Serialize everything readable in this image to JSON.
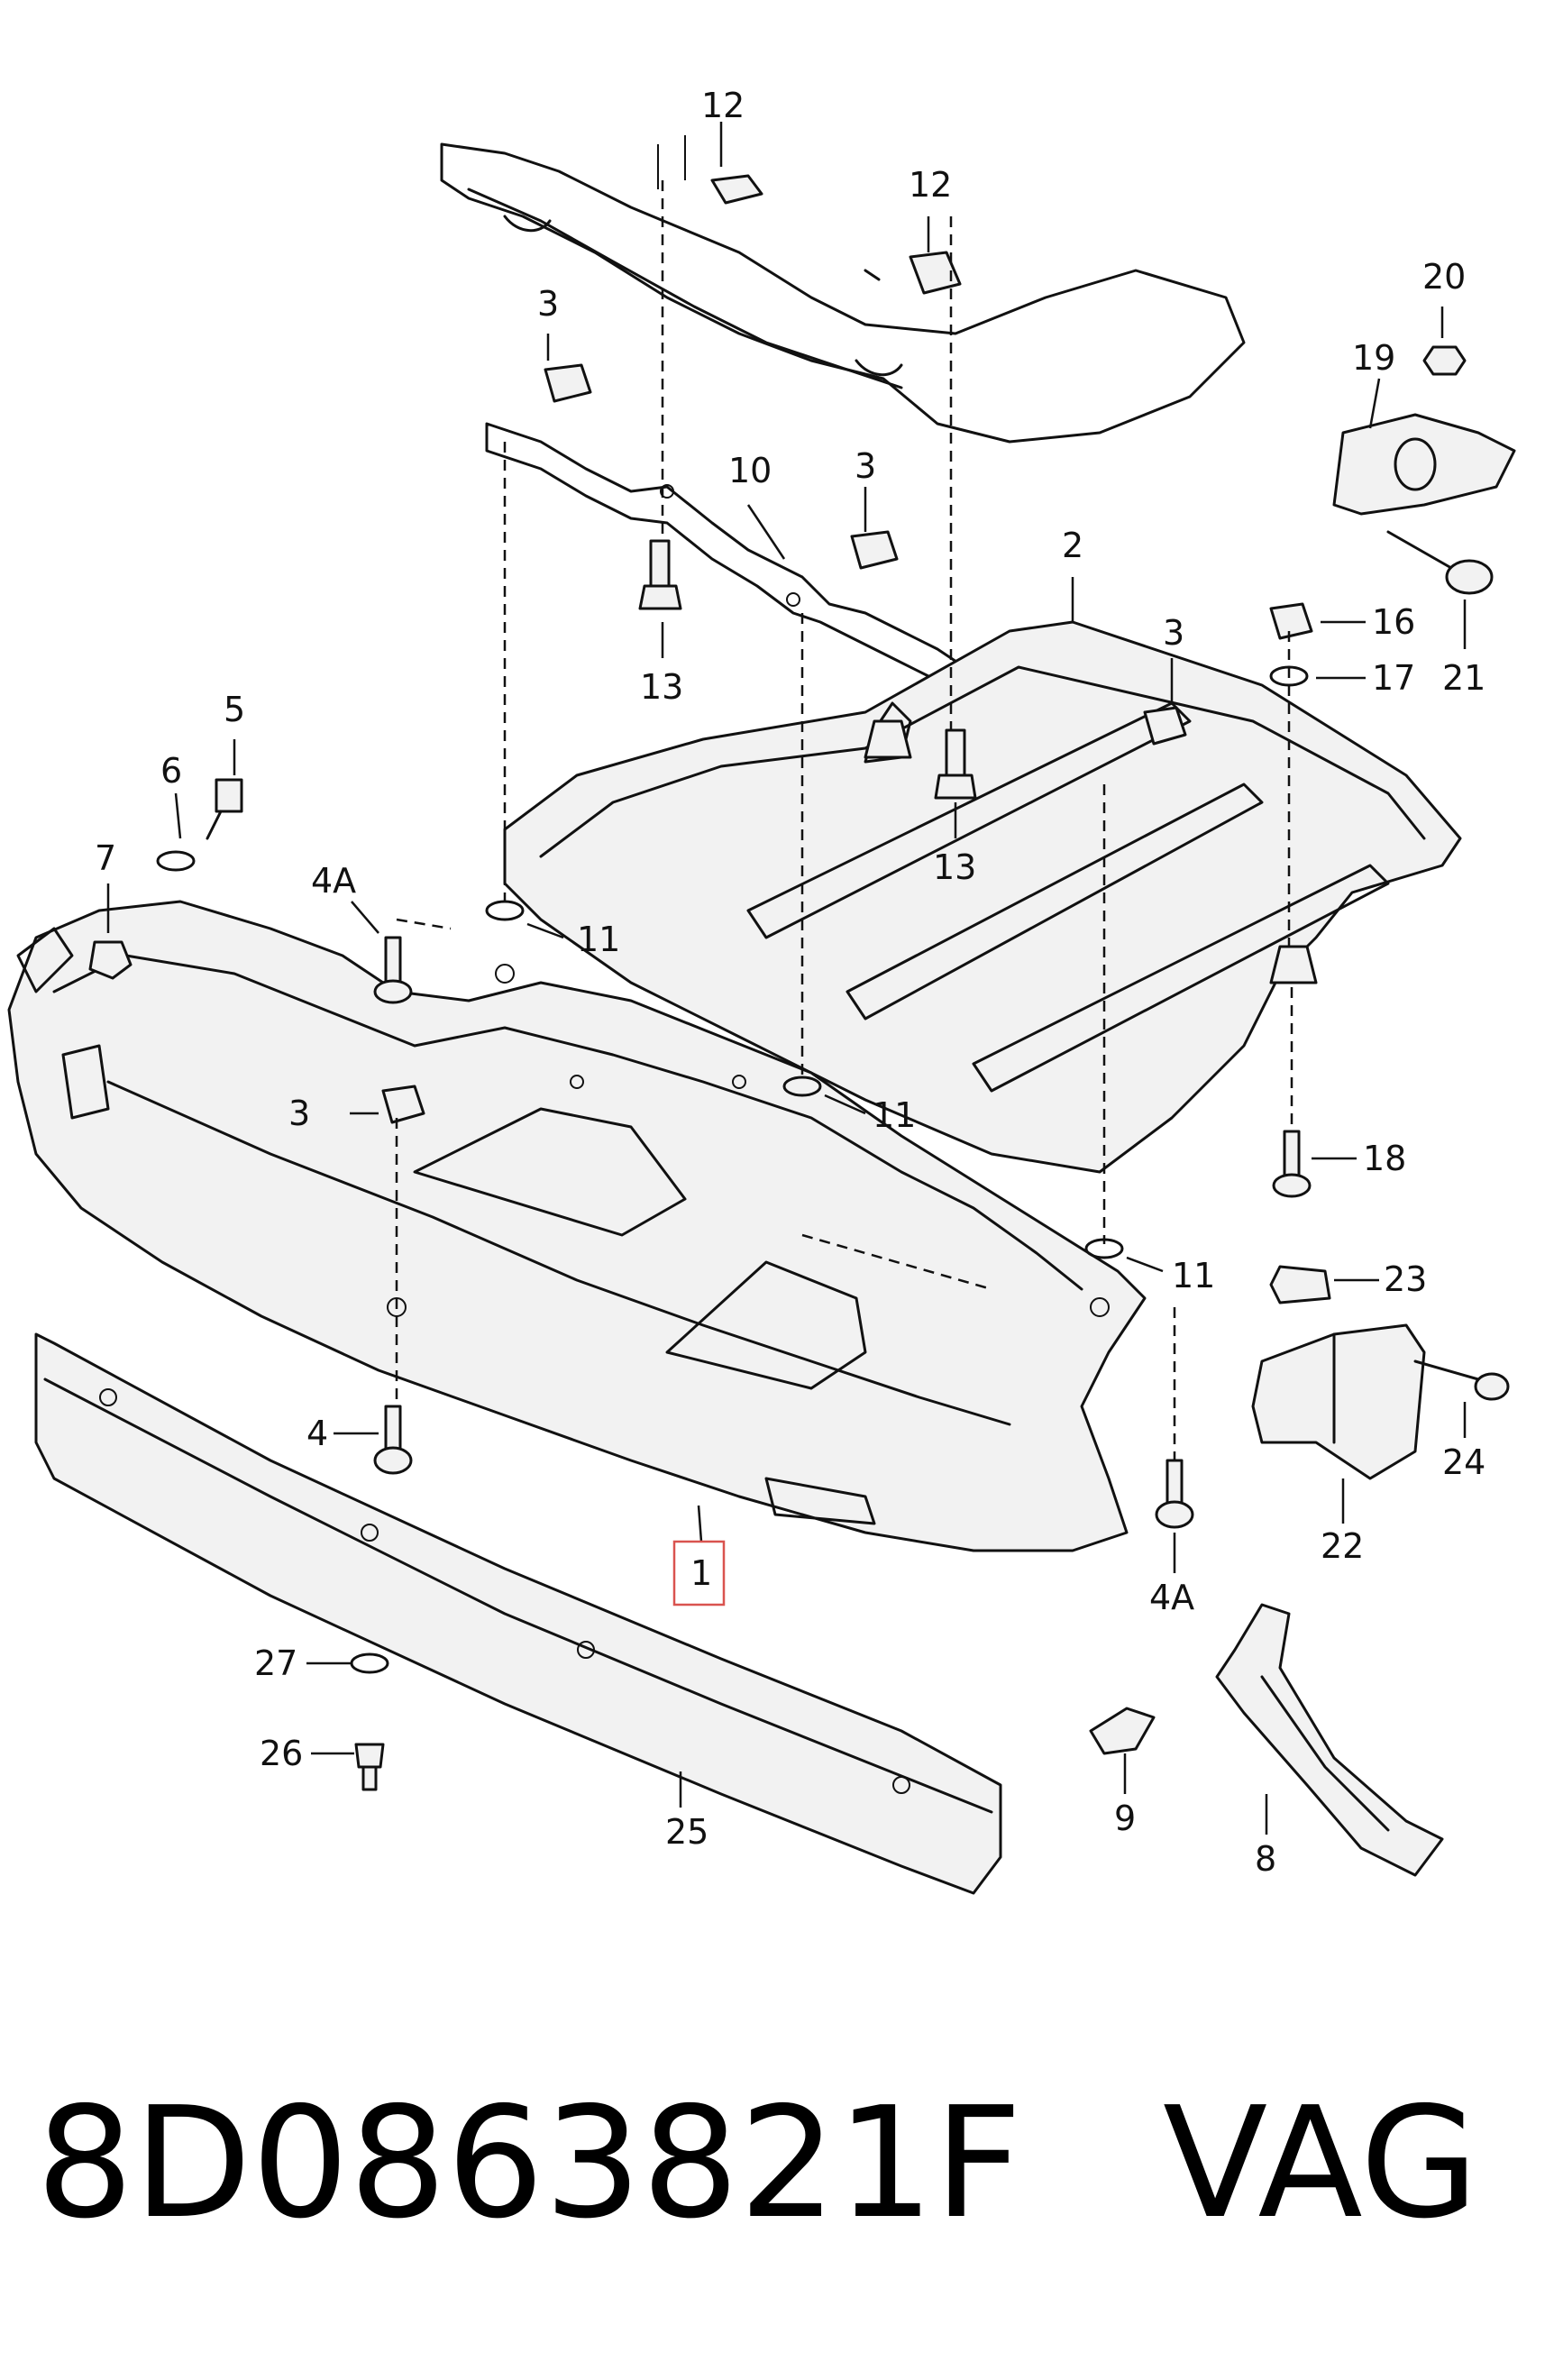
{
  "callouts": {
    "c12a": "12",
    "c12b": "12",
    "c20": "20",
    "c19": "19",
    "c3a": "3",
    "c10": "10",
    "c3b": "3",
    "c2": "2",
    "c3c": "3",
    "c16": "16",
    "c17": "17",
    "c21": "21",
    "c13a": "13",
    "c13b": "13",
    "c5": "5",
    "c6": "6",
    "c7": "7",
    "c4A_top": "4A",
    "c11a": "11",
    "c11b": "11",
    "c11c": "11",
    "c3d": "3",
    "c18": "18",
    "c23": "23",
    "c24": "24",
    "c22": "22",
    "c4": "4",
    "c1": "1",
    "c4A_bottom": "4A",
    "c27": "27",
    "c26": "26",
    "c25": "25",
    "c9": "9",
    "c8": "8"
  },
  "footer": {
    "part_number": "8D0863821F",
    "brand": "VAG"
  }
}
